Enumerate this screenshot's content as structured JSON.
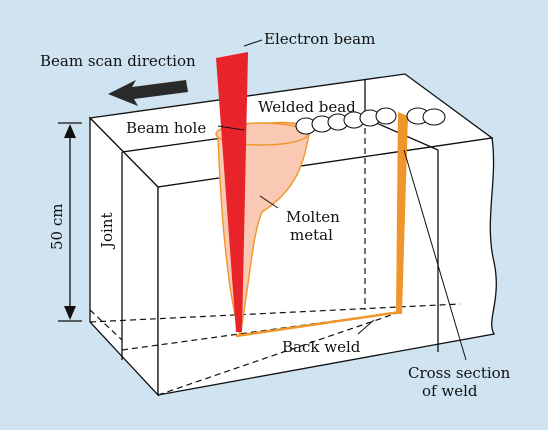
{
  "labels": {
    "beam_scan_direction": "Beam scan direction",
    "electron_beam": "Electron beam",
    "welded_bead": "Welded bead",
    "beam_hole": "Beam hole",
    "molten_metal_line1": "Molten",
    "molten_metal_line2": "metal",
    "joint": "Joint",
    "thickness": "50 cm",
    "back_weld": "Back weld",
    "cross_section_line1": "Cross section",
    "cross_section_line2": "of weld"
  },
  "colors": {
    "background": "#cfe3f0",
    "block_face": "#ffffff",
    "electron_beam": "#e8232a",
    "molten_metal": "#f9c9b3",
    "weld_orange": "#f0952a"
  }
}
